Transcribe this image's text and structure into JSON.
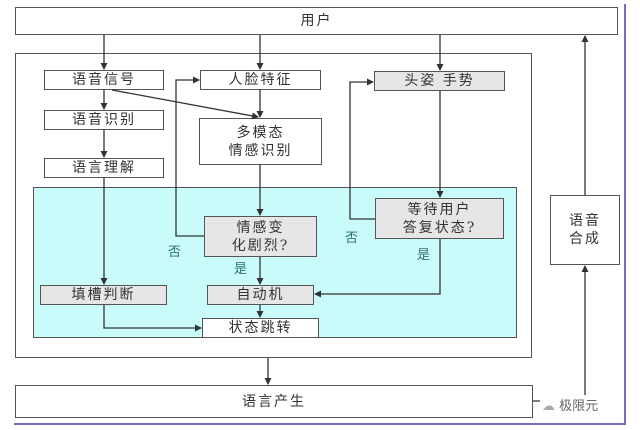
{
  "diagram": {
    "colors": {
      "panel_fill": "#c9fbfb",
      "panel_border": "#555555",
      "node_grey": "#e6e6e6",
      "node_white": "#ffffff",
      "frame_accent": "#7b68c8",
      "branch_label": "#2f6f6f"
    },
    "nodes": {
      "user": "用户",
      "speech_signal": "语音信号",
      "face_features": "人脸特征",
      "head_gesture": "头姿  手势",
      "speech_recognition": "语音识别",
      "multimodal_emotion": "多模态\n情感识别",
      "language_understanding": "语言理解",
      "emotion_change": "情感变\n化剧烈?",
      "await_reply": "等待用户\n答复状态?",
      "slot_filling": "填槽判断",
      "automaton": "自动机",
      "state_transition": "状态跳转",
      "speech_synthesis": "语音\n合成",
      "language_generation": "语言产生"
    },
    "branch_labels": {
      "emotion_no": "否",
      "emotion_yes": "是",
      "await_no": "否",
      "await_yes": "是"
    },
    "watermark": "极限元"
  }
}
